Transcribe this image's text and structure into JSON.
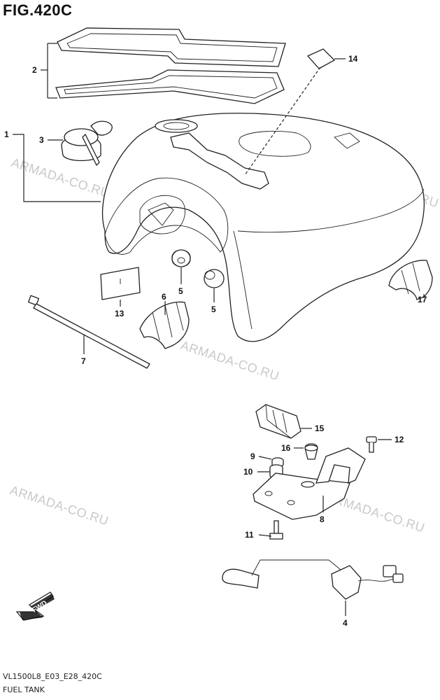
{
  "figure": {
    "title": "FIG.420C",
    "ref_code": "VL1500L8_E03_E28_420C",
    "caption": "FUEL TANK"
  },
  "watermark": "ARMADA-CO.RU",
  "fwd_label": "FWD",
  "callouts": {
    "c1": "1",
    "c2": "2",
    "c3": "3",
    "c4": "4",
    "c5a": "5",
    "c5b": "5",
    "c6": "6",
    "c7": "7",
    "c8": "8",
    "c9": "9",
    "c10": "10",
    "c11": "11",
    "c12": "12",
    "c13": "13",
    "c14": "14",
    "c15": "15",
    "c16": "16",
    "c17": "17"
  }
}
